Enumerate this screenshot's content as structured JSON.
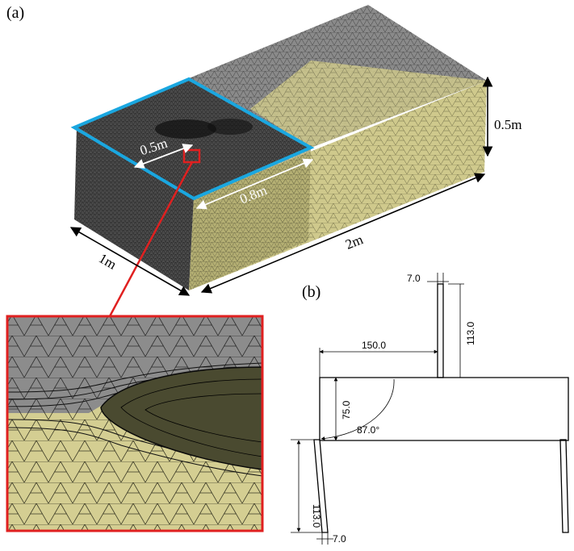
{
  "panel_a": {
    "label": "(a)",
    "dimensions": {
      "height": "0.5m",
      "length": "2m",
      "width": "1m",
      "inner_width": "0.5m",
      "inner_length": "0.8m"
    },
    "colors": {
      "mesh_dark": "#3a3a3a",
      "mesh_fine": "#1e1e1e",
      "mesh_yellow": "#cfc98c",
      "mesh_yellow_dark": "#9f9a62",
      "mesh_grey": "#7a7a7a",
      "highlight_blue": "#1aa7e0",
      "zoom_red": "#e02020"
    }
  },
  "panel_b": {
    "label": "(b)",
    "dimensions": {
      "top_width": "7.0",
      "top_height": "113.0",
      "offset": "150.0",
      "gap": "75.0",
      "angle": "87.0°",
      "leg_height": "113.0",
      "bottom_width": "7.0"
    }
  }
}
